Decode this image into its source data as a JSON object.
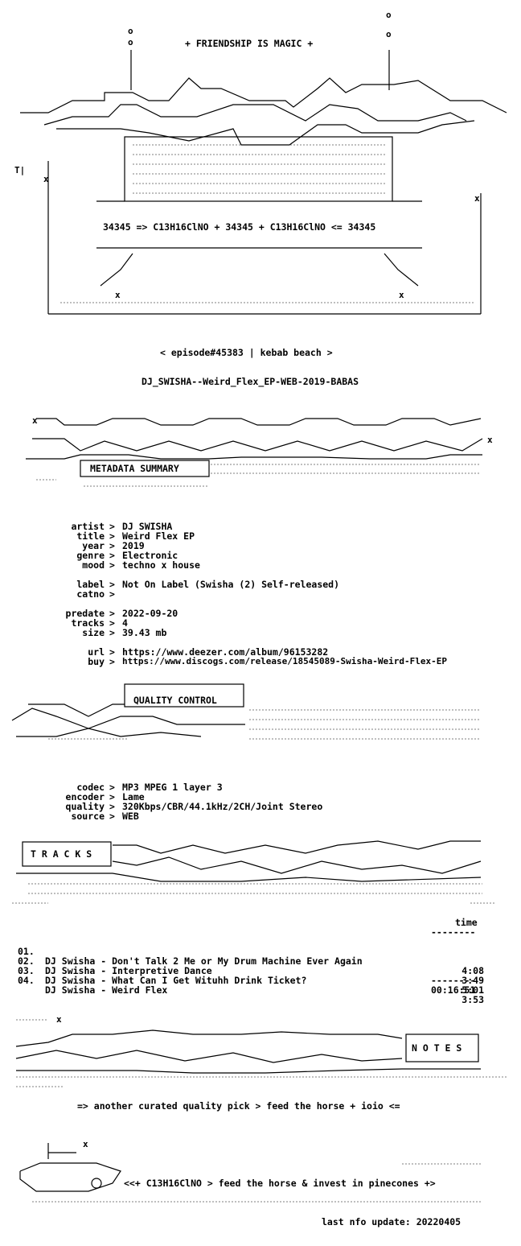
{
  "header": {
    "title": "+ FRIENDSHIP IS MAGIC +",
    "formula": "34345 => C13H16ClNO + 34345 + C13H16ClNO <= 34345",
    "episode": "< episode#45383 | kebab beach >",
    "release_name": "DJ_SWISHA--Weird_Flex_EP-WEB-2019-BABAS"
  },
  "metadata": {
    "section_label": "METADATA SUMMARY",
    "rows": [
      {
        "key": "artist",
        "value": "DJ SWISHA"
      },
      {
        "key": "title",
        "value": "Weird Flex EP"
      },
      {
        "key": "year",
        "value": "2019"
      },
      {
        "key": "genre",
        "value": "Electronic"
      },
      {
        "key": "mood",
        "value": "techno x house"
      },
      {
        "key": "label",
        "value": "Not On Label (Swisha (2) Self-released)"
      },
      {
        "key": "catno",
        "value": ""
      },
      {
        "key": "predate",
        "value": "2022-09-20"
      },
      {
        "key": "tracks",
        "value": "4"
      },
      {
        "key": "size",
        "value": "39.43 mb"
      },
      {
        "key": "url",
        "value": "https://www.deezer.com/album/96153282"
      },
      {
        "key": "buy",
        "value": "https://www.discogs.com/release/18545089-Swisha-Weird-Flex-EP"
      }
    ]
  },
  "quality": {
    "section_label": "QUALITY CONTROL",
    "rows": [
      {
        "key": "codec",
        "value": "MP3 MPEG 1 layer 3"
      },
      {
        "key": "encoder",
        "value": "Lame"
      },
      {
        "key": "quality",
        "value": "320Kbps/CBR/44.1kHz/2CH/Joint Stereo"
      },
      {
        "key": "source",
        "value": "WEB"
      }
    ]
  },
  "tracks": {
    "section_label": "T R A C K S",
    "time_header": "time",
    "items": [
      {
        "num": "01.",
        "title": "DJ Swisha - Don't Talk 2 Me or My Drum Machine Ever Again",
        "time": "4:08"
      },
      {
        "num": "02.",
        "title": "DJ Swisha - Interpretive Dance",
        "time": "3:49"
      },
      {
        "num": "03.",
        "title": "DJ Swisha - What Can I Get Wituhh Drink Ticket?",
        "time": "5:01"
      },
      {
        "num": "04.",
        "title": "DJ Swisha - Weird Flex",
        "time": "3:53"
      }
    ],
    "total": "00:16:51"
  },
  "notes": {
    "section_label": "N O T E S",
    "text": "=> another curated quality pick > feed the horse + ioio <="
  },
  "footer": {
    "slogan": "<<+ C13H16ClNO > feed the horse & invest in pinecones +>",
    "last_update": "last nfo update: 20220405"
  }
}
